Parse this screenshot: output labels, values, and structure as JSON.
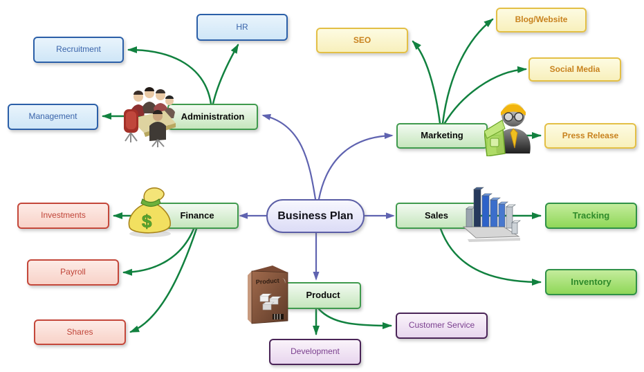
{
  "diagram": {
    "type": "mindmap",
    "root_key": "center"
  },
  "nodes": {
    "center": "Business Plan",
    "administration": "Administration",
    "recruitment": "Recruitment",
    "hr": "HR",
    "management": "Management",
    "marketing": "Marketing",
    "seo": "SEO",
    "blog_website": "Blog/Website",
    "social_media": "Social Media",
    "press_release": "Press Release",
    "finance": "Finance",
    "investments": "Investments",
    "payroll": "Payroll",
    "shares": "Shares",
    "sales": "Sales",
    "tracking": "Tracking",
    "inventory": "Inventory",
    "product": "Product",
    "development": "Development",
    "customer_service": "Customer Service"
  },
  "hierarchy": {
    "administration": [
      "recruitment",
      "hr",
      "management"
    ],
    "marketing": [
      "seo",
      "blog_website",
      "social_media",
      "press_release"
    ],
    "finance": [
      "investments",
      "payroll",
      "shares"
    ],
    "sales": [
      "tracking",
      "inventory"
    ],
    "product": [
      "development",
      "customer_service"
    ]
  },
  "icons": {
    "meeting_icon": "people around a boardroom table",
    "money_bag_icon": "yellow money bag with dollar sign",
    "money_bag_symbol": "$",
    "marketing_person_icon": "figure with hard hat, glasses and tie",
    "bar_chart_icon": "3d bar chart on platform",
    "product_box_icon": "brown software product box",
    "product_box_label": "Product"
  },
  "colors": {
    "center_border": "#5b5ea6",
    "branch_border": "#3f9a4d",
    "blue_border": "#2b5fa8",
    "blue_text": "#3a64aa",
    "yellow_border": "#e3bf45",
    "yellow_text": "#c8821e",
    "red_border": "#c4473a",
    "red_text": "#c04438",
    "bright_green_border": "#2f9147",
    "bright_green_text": "#2e8a2a",
    "purple_border": "#4a2457",
    "purple_text": "#7a3e8e",
    "green_arrow": "#11813f",
    "purple_arrow": "#5f63b0"
  }
}
